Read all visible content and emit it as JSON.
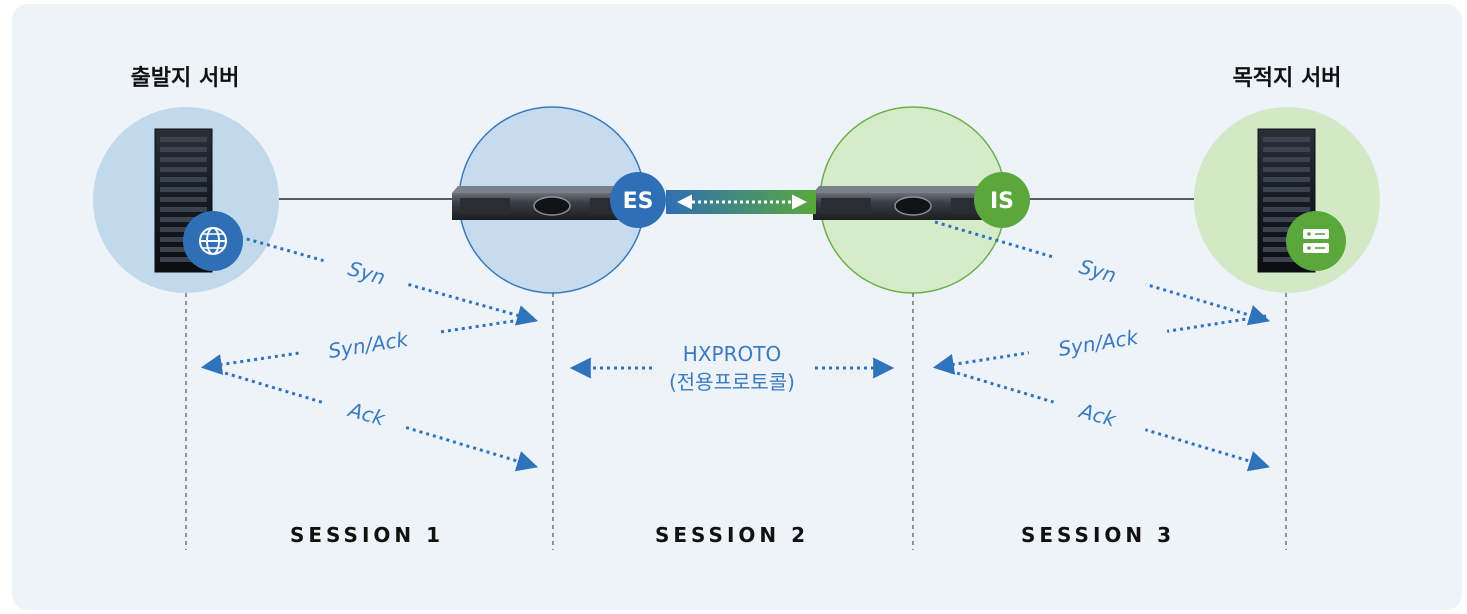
{
  "labels": {
    "source_server": "출발지 서버",
    "destination_server": "목적지 서버",
    "es_badge": "ES",
    "is_badge": "IS",
    "protocol_line1": "HXPROTO",
    "protocol_line2": "(전용프로토콜)"
  },
  "session1": {
    "syn": "Syn",
    "synack": "Syn/Ack",
    "ack": "Ack",
    "label": "SESSION 1"
  },
  "session2": {
    "label": "SESSION 2"
  },
  "session3": {
    "syn": "Syn",
    "synack": "Syn/Ack",
    "ack": "Ack",
    "label": "SESSION 3"
  },
  "icons": {
    "source_badge": "globe-icon",
    "destination_badge": "database-server-icon"
  },
  "colors": {
    "background": "#edf3f9",
    "blue_accent": "#2f6fb5",
    "blue_circle": "#c6dcee",
    "green_accent": "#5aa83c",
    "green_circle": "#d6ebc9",
    "message_text": "#3a7bc0"
  }
}
